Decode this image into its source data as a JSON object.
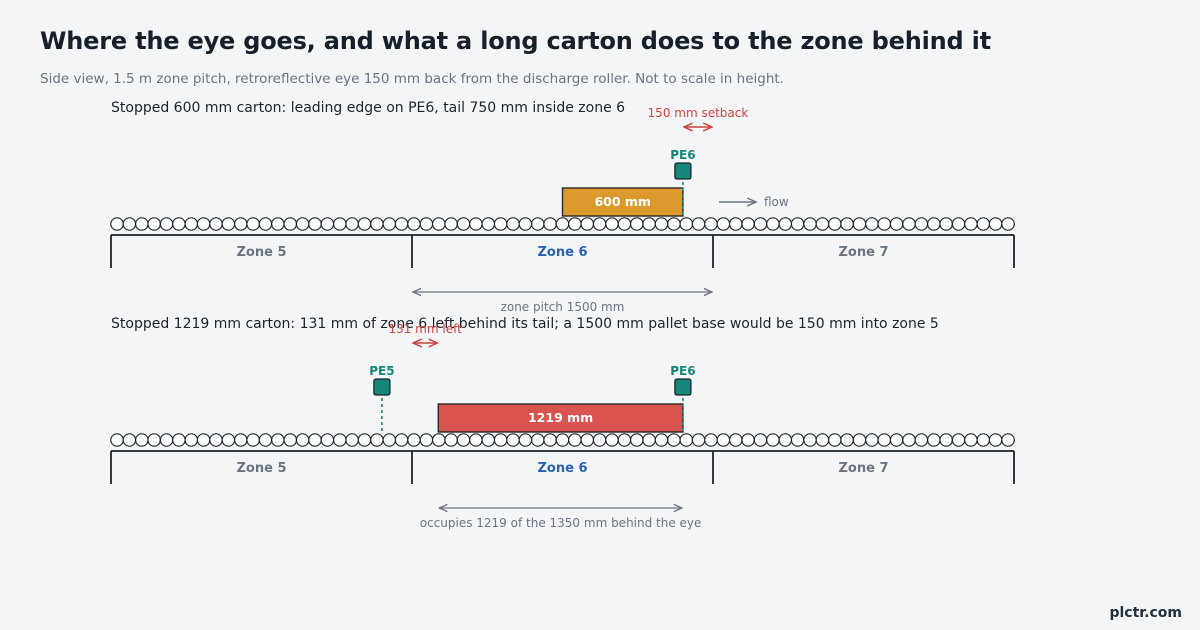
{
  "title": "Where the eye goes, and what a long carton does to the zone behind it",
  "subtitle": "Side view, 1.5 m zone pitch, retroreflective eye 150 mm back from the discharge roller. Not to scale in height.",
  "brand": "plctr.com",
  "colors": {
    "background": "#f3f5f7",
    "carton_ok": "#dc9a2c",
    "carton_long": "#d9534f",
    "sensor": "#14877a",
    "active_zone": "#2a62b3",
    "annotation_red": "#d0423e",
    "muted": "#6b7480"
  },
  "panels": [
    {
      "heading": "Stopped 600 mm carton: leading edge on PE6, tail 750 mm inside zone 6",
      "zones": [
        {
          "label": "Zone 5",
          "active": false
        },
        {
          "label": "Zone 6",
          "active": true
        },
        {
          "label": "Zone 7",
          "active": false
        }
      ],
      "sensors": [
        {
          "label": "PE6",
          "position_mm": 2850
        }
      ],
      "carton": {
        "label": "600 mm",
        "length_mm": 600,
        "lead_edge_mm": 2850,
        "color": "#dc9a2c"
      },
      "red_annotation": {
        "label": "150 mm setback",
        "from_mm": 2850,
        "to_mm": 3000
      },
      "flow_label": "flow",
      "dimension": {
        "label": "zone pitch 1500 mm",
        "from_mm": 1500,
        "to_mm": 3000
      }
    },
    {
      "heading": "Stopped 1219 mm carton: 131 mm of zone 6 left behind its tail; a 1500 mm pallet base would be 150 mm into zone 5",
      "zones": [
        {
          "label": "Zone 5",
          "active": false
        },
        {
          "label": "Zone 6",
          "active": true
        },
        {
          "label": "Zone 7",
          "active": false
        }
      ],
      "sensors": [
        {
          "label": "PE5",
          "position_mm": 1350
        },
        {
          "label": "PE6",
          "position_mm": 2850
        }
      ],
      "carton": {
        "label": "1219 mm",
        "length_mm": 1219,
        "lead_edge_mm": 2850,
        "color": "#d9534f"
      },
      "red_annotation": {
        "label": "131 mm left",
        "from_mm": 1500,
        "to_mm": 1631
      },
      "flow_label": "",
      "dimension": {
        "label": "occupies 1219 of the 1350 mm behind the eye",
        "from_mm": 1631,
        "to_mm": 2850
      }
    }
  ]
}
